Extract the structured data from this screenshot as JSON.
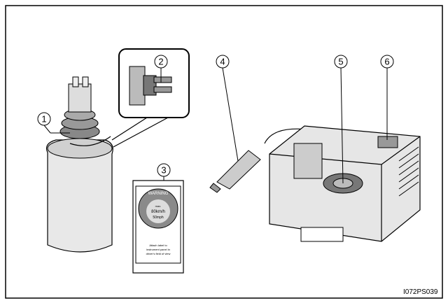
{
  "callouts": [
    "1",
    "2",
    "3",
    "4",
    "5",
    "6"
  ],
  "figure_code": "I072PS039",
  "warning_label": {
    "header": "WARNING",
    "max": "max.",
    "speed_kmh": "80km/h",
    "speed_mph": "50mph",
    "instruction": [
      "Attach label to",
      "instrument panel in",
      "driver's field of view"
    ]
  }
}
